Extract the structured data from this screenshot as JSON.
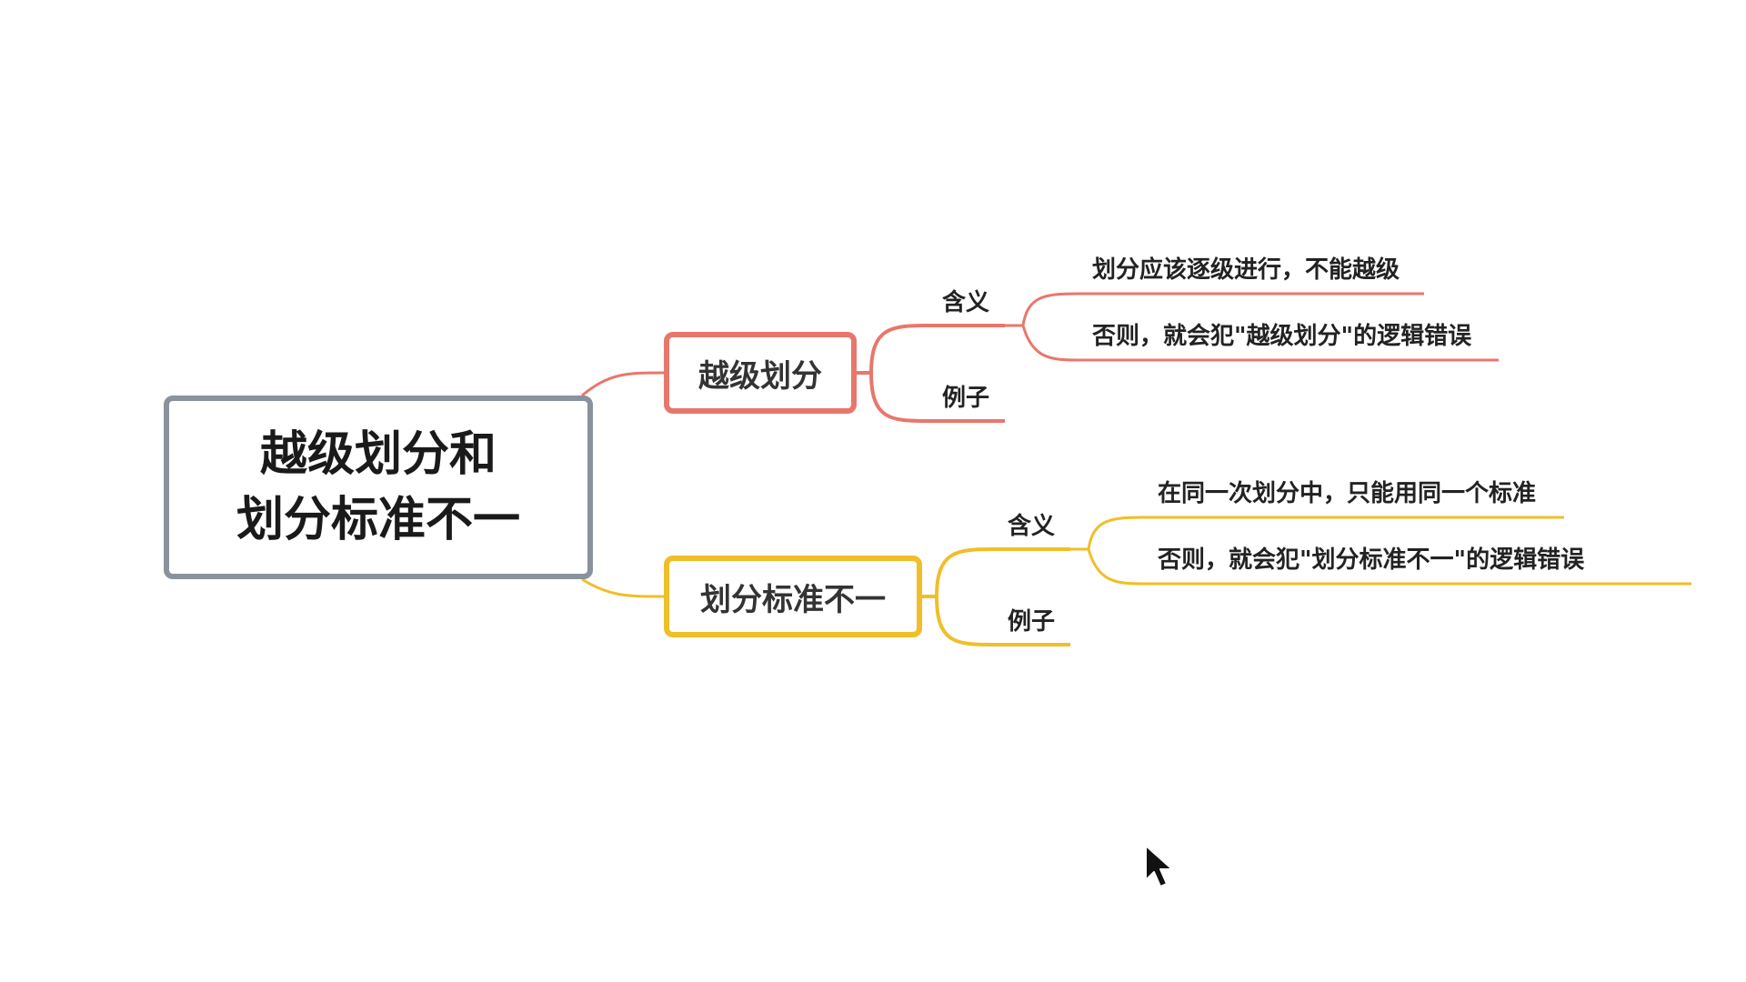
{
  "colors": {
    "branch_a": "#e8776b",
    "branch_b": "#f0be28",
    "root_border": "#8a929c"
  },
  "root": {
    "line1": "越级划分和",
    "line2": "划分标准不一"
  },
  "branches": [
    {
      "title": "越级划分",
      "meaning_label": "含义",
      "example_label": "例子",
      "meaning_points": [
        "划分应该逐级进行，不能越级",
        "否则，就会犯\"越级划分\"的逻辑错误"
      ]
    },
    {
      "title": "划分标准不一",
      "meaning_label": "含义",
      "example_label": "例子",
      "meaning_points": [
        "在同一次划分中，只能用同一个标准",
        "否则，就会犯\"划分标准不一\"的逻辑错误"
      ]
    }
  ],
  "cursor_icon": "mouse-pointer-icon"
}
